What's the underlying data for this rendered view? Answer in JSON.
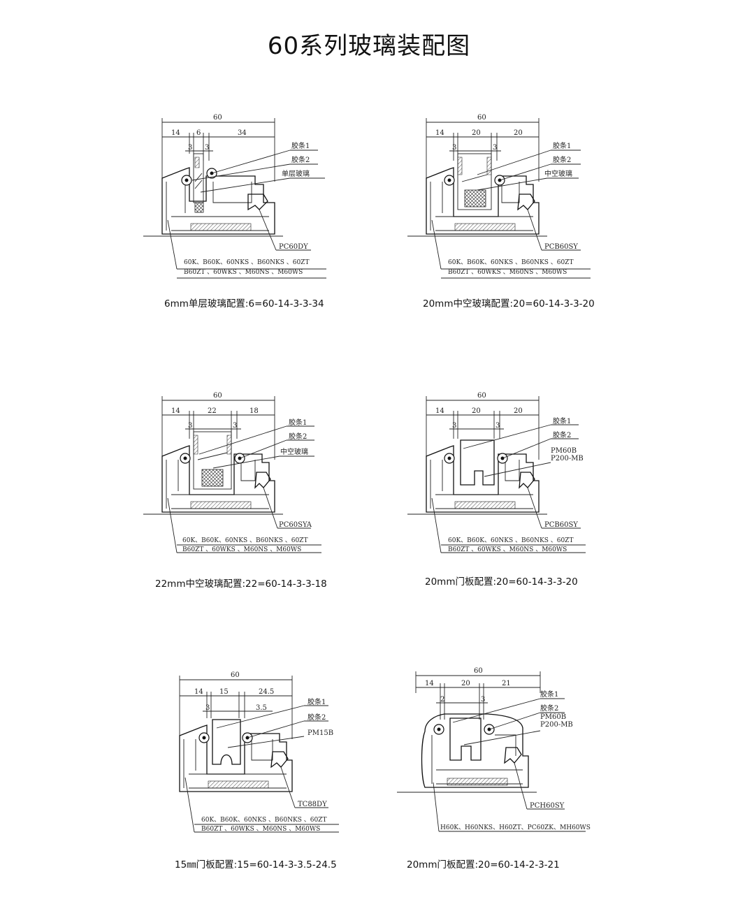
{
  "page": {
    "title": "60系列玻璃装配图"
  },
  "common": {
    "seal1": "胶条1",
    "seal2": "胶条2",
    "total_width": "60",
    "frames_line1": "60K、B60K、60NKS 、B60NKS 、60ZT",
    "frames_line2": "B60ZT 、60WKS 、M60NS 、M60WS"
  },
  "diagrams": [
    {
      "dims": [
        "14",
        "6",
        "34"
      ],
      "sub_dims": [
        "3",
        "3"
      ],
      "fill_label": "单层玻璃",
      "bead": "PC60DY",
      "caption": "6mm单层玻璃配置:6=60-14-3-3-34"
    },
    {
      "dims": [
        "14",
        "20",
        "20"
      ],
      "sub_dims": [
        "3",
        "3"
      ],
      "fill_label": "中空玻璃",
      "bead": "PCB60SY",
      "caption": "20mm中空玻璃配置:20=60-14-3-3-20"
    },
    {
      "dims": [
        "14",
        "22",
        "18"
      ],
      "sub_dims": [
        "3",
        "3"
      ],
      "fill_label": "中空玻璃",
      "bead": "PC60SYA",
      "caption": "22mm中空玻璃配置:22=60-14-3-3-18"
    },
    {
      "dims": [
        "14",
        "20",
        "20"
      ],
      "sub_dims": [
        "3",
        "3"
      ],
      "fill_label": "PM60B",
      "fill_label2": "P200-MB",
      "bead": "PCB60SY",
      "caption": "20mm门板配置:20=60-14-3-3-20"
    },
    {
      "dims": [
        "14",
        "15",
        "24.5"
      ],
      "sub_dims": [
        "3",
        "3.5"
      ],
      "fill_label": "PM15B",
      "bead": "TC88DY",
      "caption": "15㎜门板配置:15=60-14-3-3.5-24.5"
    },
    {
      "dims": [
        "14",
        "20",
        "21"
      ],
      "sub_dims": [
        "2",
        "3"
      ],
      "fill_label": "PM60B",
      "fill_label2": "P200-MB",
      "bead": "PCH60SY",
      "frames_line": "H60K、H60NKS、H60ZT、PC60ZK、MH60WS",
      "caption": "20mm门板配置:20=60-14-2-3-21"
    }
  ]
}
